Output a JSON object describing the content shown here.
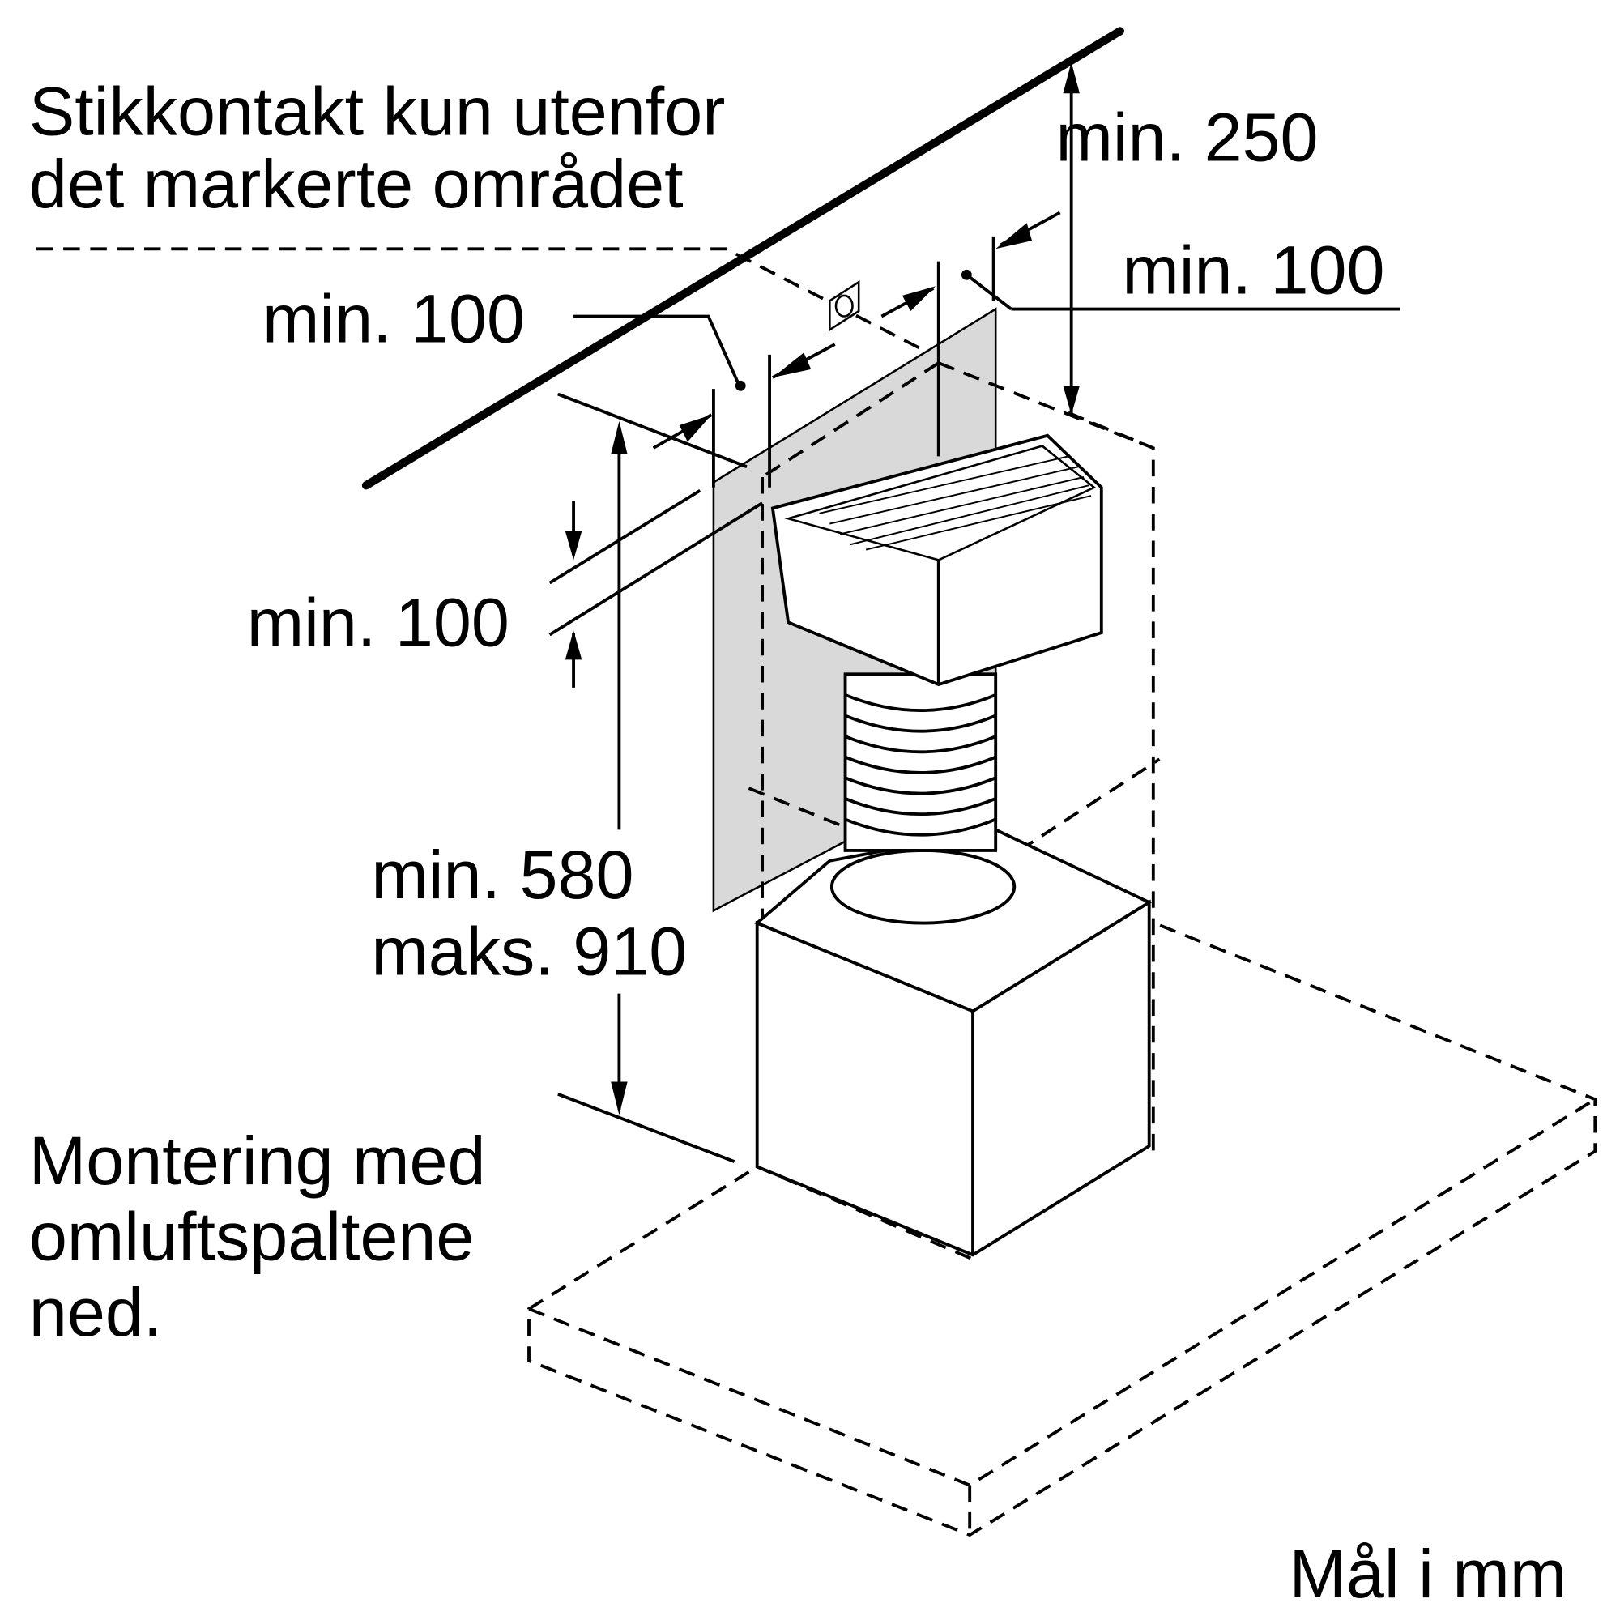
{
  "labels": {
    "socket_note_line1": "Stikkontakt kun utenfor",
    "socket_note_line2": "det markerte området",
    "dim_ceiling": "min. 250",
    "dim_right_side": "min. 100",
    "dim_left_side": "min. 100",
    "dim_top_filter": "min. 100",
    "dim_height_min": "min. 580",
    "dim_height_max": "maks. 910",
    "mounting_note_line1": "Montering med",
    "mounting_note_line2": "omluftspaltene",
    "mounting_note_line3": "ned.",
    "units_note": "Mål i mm"
  }
}
